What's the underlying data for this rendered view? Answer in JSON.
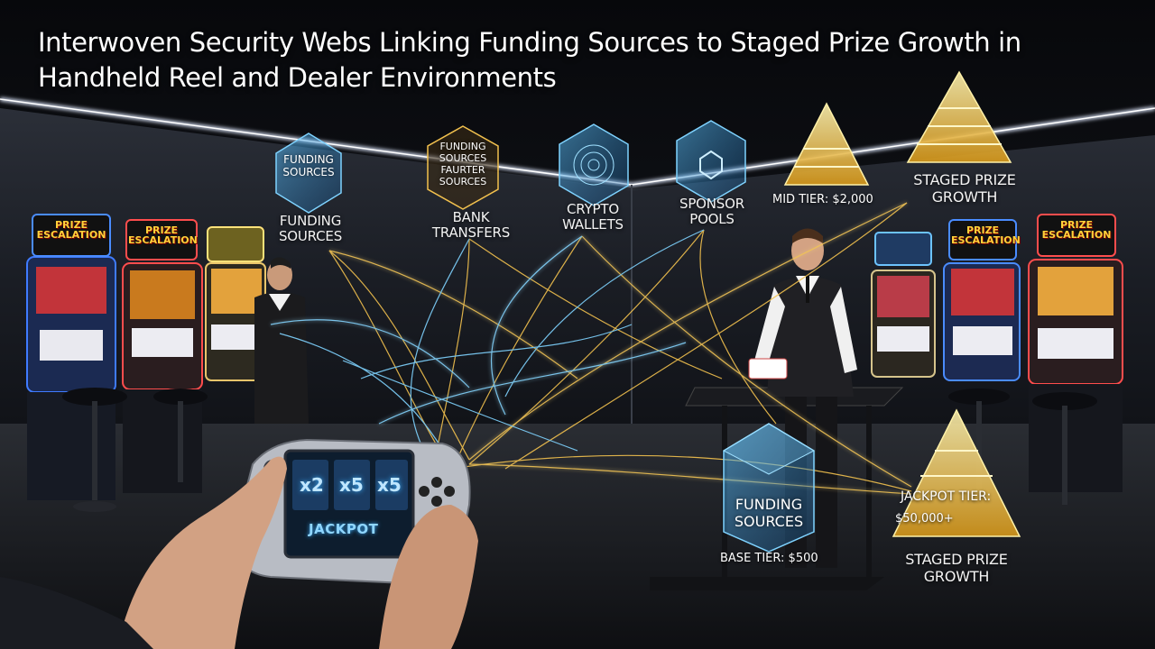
{
  "title": "Interwoven Security Webs Linking Funding Sources to Staged Prize Growth in Handheld Reel and Dealer Environments",
  "cubes": {
    "cube1": "FUNDING SOURCES",
    "cube2": "FUNDING SOURCES FAURTER SOURCES",
    "cube_bottom": "FUNDING SOURCES"
  },
  "labels": {
    "funding_sources": "FUNDING SOURCES",
    "bank_transfers": "BANK TRANSFERS",
    "crypto_wallets": "CRYPTO WALLETS",
    "sponsor_pools": "SPONSOR POOLS",
    "mid_tier": "MID TIER: $2,000",
    "staged_top": "STAGED PRIZE GROWTH",
    "base_tier": "BASE TIER: $500",
    "jackpot_tier_a": "JACKPOT TIER:",
    "jackpot_tier_b": "$50,000+",
    "staged_bottom": "STAGED PRIZE GROWTH"
  },
  "machines": {
    "left1": "PRIZE ESCALATION",
    "left2": "PRIZE ESCALATION",
    "right2": "PRIZE ESCALATION",
    "right3": "PRIZE ESCALATION"
  },
  "handheld": {
    "m1": "x2",
    "m2": "x5",
    "m3": "x5",
    "jackpot": "JACKPOT"
  },
  "colors": {
    "gold": "#f2c14e",
    "blue_web": "#7fd3ff",
    "cube_blue": "#3aa7e8",
    "background": "#0b0d12"
  }
}
